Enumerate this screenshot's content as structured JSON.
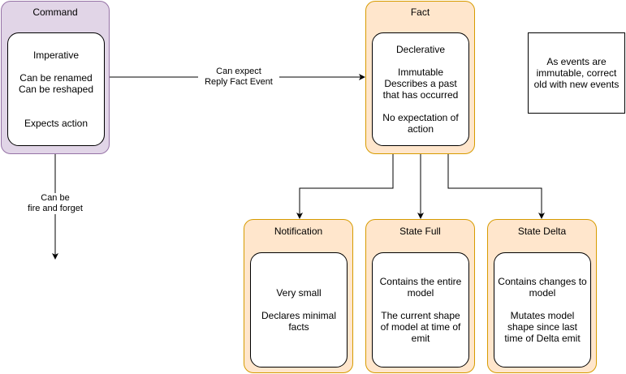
{
  "command": {
    "title": "Command",
    "body": "Imperative\n\nCan be renamed\nCan be reshaped\n\n\nExpects action"
  },
  "fact": {
    "title": "Fact",
    "body": "Declerative\n\nImmutable\nDescribes a past that has occurred\n\nNo expectation of action"
  },
  "note": {
    "text": "As events are immutable, correct old with new events"
  },
  "notification": {
    "title": "Notification",
    "body": "Very small\n\nDeclares minimal facts"
  },
  "state_full": {
    "title": "State\nFull",
    "body": "Contains the entire model\n\nThe current shape of model at time of emit"
  },
  "state_delta": {
    "title": "State\nDelta",
    "body": "Contains changes to model\n\nMutates model shape since last time of Delta emit"
  },
  "edges": {
    "command_to_fact": "Can expect\nReply Fact Event",
    "command_down": "Can be\nfire and forget"
  },
  "colors": {
    "command_fill": "#e1d5e7",
    "command_stroke": "#9673a6",
    "fact_fill": "#ffe6cc",
    "fact_stroke": "#d79b00"
  }
}
